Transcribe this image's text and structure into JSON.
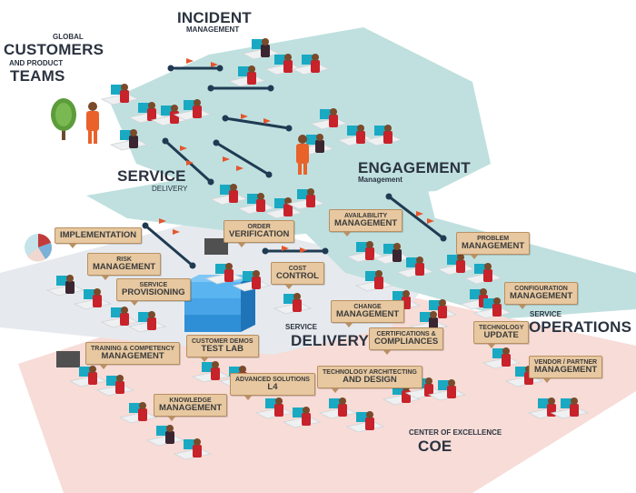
{
  "labels": {
    "global": "GLOBAL",
    "customers": "CUSTOMERS",
    "and_product": "AND PRODUCT",
    "teams": "TEAMS",
    "incident": "INCIDENT",
    "incident_sub": "MANAGEMENT",
    "engagement": "ENGAGEMENT",
    "engagement_sub": "Management",
    "service": "SERVICE",
    "service_sub": "DELIVERY",
    "service_delivery_small": "SERVICE",
    "delivery_big": "DELIVERY",
    "service_ops_small": "SERVICE",
    "operations": "OPERATIONS",
    "coe_small": "CENTER OF EXCELLENCE",
    "coe": "COE"
  },
  "callouts": {
    "implementation": {
      "main": "IMPLEMENTATION"
    },
    "order_verification": {
      "top": "ORDER",
      "main": "VERIFICATION"
    },
    "availability": {
      "top": "AVAILABILITY",
      "main": "MANAGEMENT"
    },
    "problem": {
      "top": "PROBLEM",
      "main": "MANAGEMENT"
    },
    "risk": {
      "top": "RISK",
      "main": "MANAGEMENT"
    },
    "cost": {
      "top": "COST",
      "main": "CONTROL"
    },
    "provisioning": {
      "top": "SERVICE",
      "main": "PROVISIONING"
    },
    "configuration": {
      "top": "CONFIGURATION",
      "main": "MANAGEMENT"
    },
    "change": {
      "top": "CHANGE",
      "main": "MANAGEMENT"
    },
    "training": {
      "top": "TRAINING & COMPETENCY",
      "main": "MANAGEMENT"
    },
    "test_lab": {
      "top": "CUSTOMER DEMOS",
      "main": "TEST LAB"
    },
    "certifications": {
      "top": "CERTIFICATIONS &",
      "main": "COMPLIANCES"
    },
    "technology_update": {
      "top": "TECHNOLOGY",
      "main": "UPDATE"
    },
    "vendor": {
      "top": "VENDOR / PARTNER",
      "main": "MANAGEMENT"
    },
    "knowledge": {
      "top": "KNOWLEDGE",
      "main": "MANAGEMENT"
    },
    "advanced": {
      "top": "ADVANCED SOLUTIONS",
      "main": "L4"
    },
    "tech_arch": {
      "top": "TECHNOLOGY ARCHITECTING",
      "main": "AND DESIGN"
    }
  },
  "colors": {
    "teal_zone": "#bfe0df",
    "pink_zone": "#f7dcd7",
    "grey_zone": "#e6eaee",
    "desk": "#eef0f1",
    "monitor": "#19a9c3",
    "person_red": "#c8222b",
    "person_dark": "#3a2530",
    "skin": "#7a4a2a",
    "server": "#2f8fd6",
    "connector": "#1f3b52",
    "arrow": "#e5552d",
    "callout": "#e7c8a0"
  }
}
